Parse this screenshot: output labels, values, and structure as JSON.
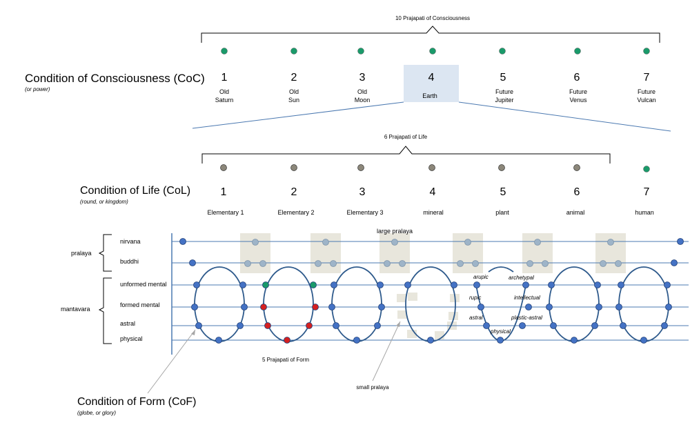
{
  "coc": {
    "bracket_label": "10 Prajapati of Consciousness",
    "heading": "Condition of Consciousness (CoC)",
    "subheading": "(or power)",
    "stages": [
      {
        "number": "1",
        "line1": "Old",
        "line2": "Saturn"
      },
      {
        "number": "2",
        "line1": "Old",
        "line2": "Sun"
      },
      {
        "number": "3",
        "line1": "Old",
        "line2": "Moon"
      },
      {
        "number": "4",
        "line1": "Earth",
        "line2": ""
      },
      {
        "number": "5",
        "line1": "Future",
        "line2": "Jupiter"
      },
      {
        "number": "6",
        "line1": "Future",
        "line2": "Venus"
      },
      {
        "number": "7",
        "line1": "Future",
        "line2": "Vulcan"
      }
    ],
    "highlighted_stage": "4"
  },
  "col": {
    "bracket_label": "6 Prajapati of Life",
    "heading": "Condition of Life (CoL)",
    "subheading": "(round, or kingdom)",
    "stages": [
      {
        "number": "1",
        "label": "Elementary 1"
      },
      {
        "number": "2",
        "label": "Elementary 2"
      },
      {
        "number": "3",
        "label": "Elementary 3"
      },
      {
        "number": "4",
        "label": "mineral"
      },
      {
        "number": "5",
        "label": "plant"
      },
      {
        "number": "6",
        "label": "animal"
      },
      {
        "number": "7",
        "label": "human"
      }
    ]
  },
  "planes": {
    "group_pralaya": "pralaya",
    "group_mantavara": "mantavara",
    "levels": [
      "nirvana",
      "buddhi",
      "unformed mental",
      "formed mental",
      "astral",
      "physical"
    ]
  },
  "annotations": {
    "large_pralaya": "large pralaya",
    "small_pralaya": "small pralaya",
    "prajapati_of_form": "5 Prajapati of Form",
    "form_heading": "Condition of Form (CoF)",
    "form_subheading": "(globe, or glory)",
    "arupic": "arupic",
    "archetypal": "archetypal",
    "rupic": "rupic",
    "intellectual": "intellectual",
    "astral": "astral",
    "plastic_astral": "plastic-astral",
    "physical": "physical"
  },
  "colors": {
    "green_dot": "#1a9a6a",
    "grey_dot": "#8c877a",
    "blue_dot": "#4472c4",
    "red_dot": "#d42020",
    "pale_blue_dot": "#9eb4c8",
    "line_blue": "#4a78b0",
    "ellipse_stroke": "#2e5a8c",
    "highlight_box": "#dce6f2",
    "pralaya_box": "#e8e6dc"
  }
}
